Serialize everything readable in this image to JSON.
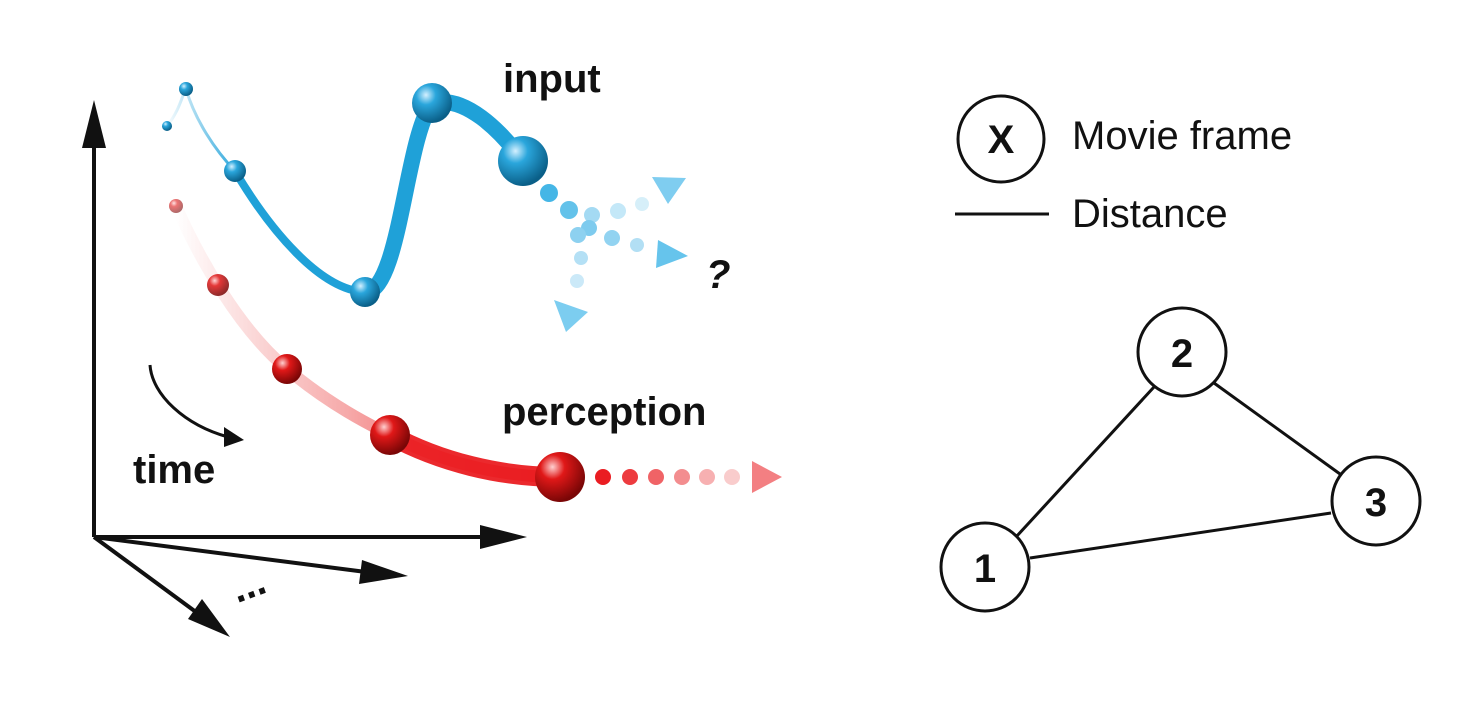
{
  "left_panel": {
    "labels": {
      "input": "input",
      "perception": "perception",
      "time": "time",
      "question": "?",
      "ellipsis": "..."
    },
    "colors": {
      "input": "#1f9fd6",
      "input_light": "#8fd3f0",
      "perception": "#e8181f",
      "perception_light": "#f7b5b5",
      "axes": "#111111"
    }
  },
  "legend": {
    "node_symbol": "X",
    "node_label": "Movie frame",
    "edge_label": "Distance"
  },
  "graph": {
    "nodes": [
      {
        "id": "1",
        "label": "1"
      },
      {
        "id": "2",
        "label": "2"
      },
      {
        "id": "3",
        "label": "3"
      }
    ],
    "edges": [
      [
        "1",
        "2"
      ],
      [
        "2",
        "3"
      ],
      [
        "1",
        "3"
      ]
    ]
  }
}
